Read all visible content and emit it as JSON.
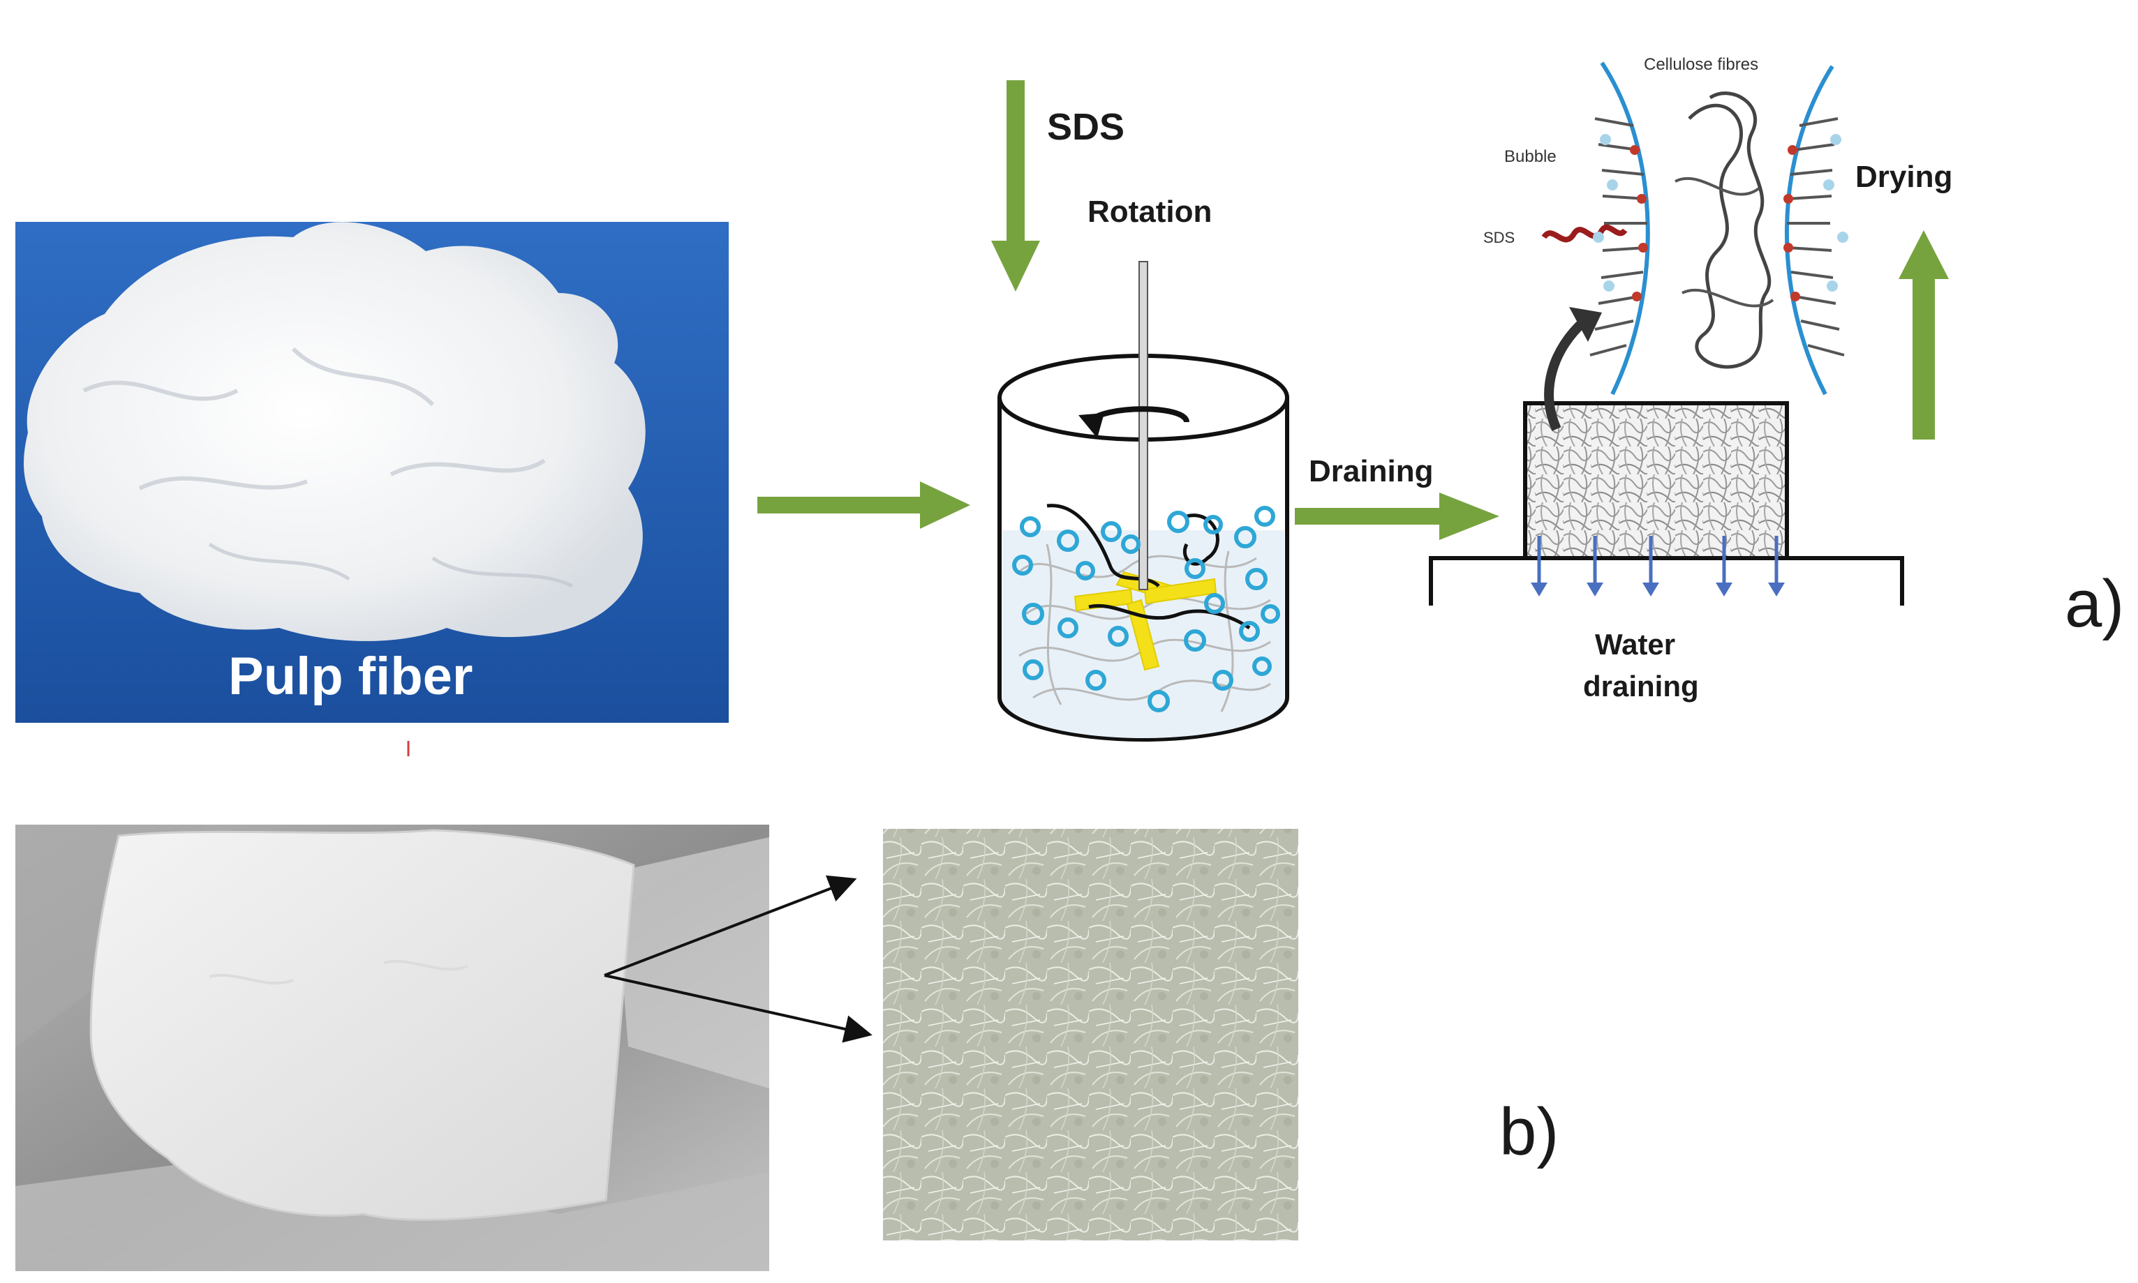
{
  "figure": {
    "panel_a_label": "a)",
    "panel_b_label": "b)"
  },
  "pulp_photo": {
    "caption": "Pulp fiber"
  },
  "process": {
    "sds_label": "SDS",
    "rotation_label": "Rotation",
    "draining_label": "Draining",
    "drying_label": "Drying",
    "water_draining_line1": "Water",
    "water_draining_line2": "draining"
  },
  "inset": {
    "cellulose_label": "Cellulose fibres",
    "bubble_label": "Bubble",
    "sds_label": "SDS"
  },
  "colors": {
    "arrow_green": "#77a33f",
    "bubble_blue": "#2ea7d6",
    "fiber_blue": "#2a8fd0",
    "sds_red": "#9b1c1c",
    "photo_blue": "#1e56a8"
  }
}
